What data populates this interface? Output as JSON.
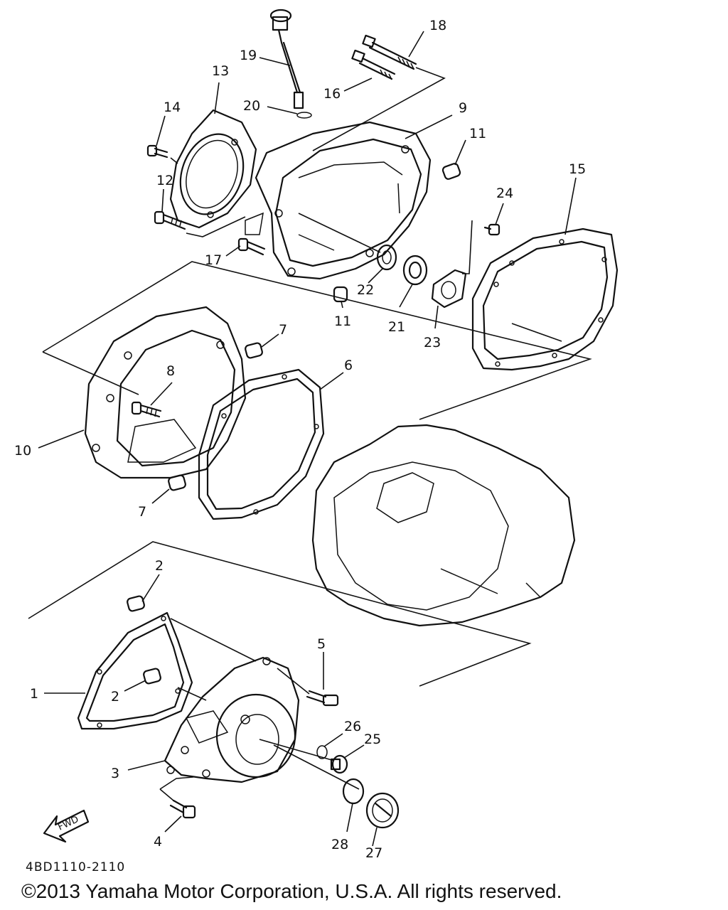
{
  "diagram": {
    "callouts": [
      {
        "label": "18"
      },
      {
        "label": "19"
      },
      {
        "label": "13"
      },
      {
        "label": "16"
      },
      {
        "label": "14"
      },
      {
        "label": "20"
      },
      {
        "label": "9"
      },
      {
        "label": "11"
      },
      {
        "label": "12"
      },
      {
        "label": "15"
      },
      {
        "label": "24"
      },
      {
        "label": "17"
      },
      {
        "label": "22"
      },
      {
        "label": "21"
      },
      {
        "label": "23"
      },
      {
        "label": "11"
      },
      {
        "label": "7"
      },
      {
        "label": "8"
      },
      {
        "label": "6"
      },
      {
        "label": "10"
      },
      {
        "label": "7"
      },
      {
        "label": "2"
      },
      {
        "label": "5"
      },
      {
        "label": "1"
      },
      {
        "label": "2"
      },
      {
        "label": "26"
      },
      {
        "label": "25"
      },
      {
        "label": "3"
      },
      {
        "label": "4"
      },
      {
        "label": "28"
      },
      {
        "label": "27"
      }
    ],
    "fwd_label": "FWD"
  },
  "footer": {
    "diagram_code": "4BD1110-2110",
    "copyright": "©2013 Yamaha Motor Corporation, U.S.A. All rights reserved."
  }
}
